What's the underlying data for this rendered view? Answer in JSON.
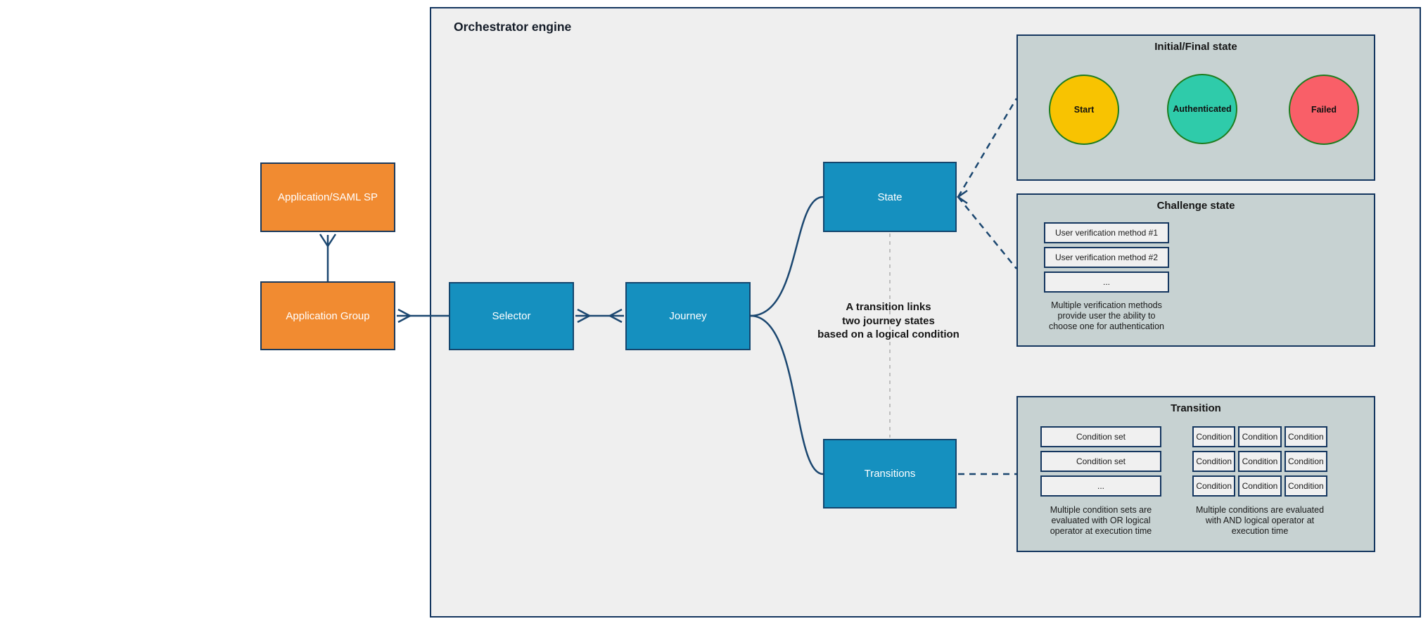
{
  "diagram": {
    "title": "Orchestrator engine",
    "nodes": {
      "app_saml": "Application/SAML SP",
      "app_group": "Application Group",
      "selector": "Selector",
      "journey": "Journey",
      "state": "State",
      "transitions": "Transitions"
    },
    "annotation": {
      "lines": [
        "A transition links",
        "two journey states",
        "based on a logical condition"
      ]
    },
    "panels": {
      "initial_final": {
        "title": "Initial/Final state",
        "states": [
          {
            "label": "Start",
            "fill": "#f8c301"
          },
          {
            "label": "Authenticated",
            "fill": "#2fcbaa"
          },
          {
            "label": "Failed",
            "fill": "#f95f68"
          }
        ]
      },
      "challenge": {
        "title": "Challenge state",
        "methods": [
          "User verification method #1",
          "User verification method #2",
          "..."
        ],
        "caption": [
          "Multiple verification methods",
          "provide user the ability to",
          "choose one for authentication"
        ]
      },
      "transition": {
        "title": "Transition",
        "condition_sets": [
          "Condition set",
          "Condition set",
          "..."
        ],
        "conditions": [
          [
            "Condition",
            "Condition",
            "Condition"
          ],
          [
            "Condition",
            "Condition",
            "Condition"
          ],
          [
            "Condition",
            "Condition",
            "Condition"
          ]
        ],
        "caption_or": [
          "Multiple condition sets are",
          "evaluated with OR logical",
          "operator at execution time"
        ],
        "caption_and": [
          "Multiple conditions are evaluated",
          "with AND logical operator at",
          "execution time"
        ]
      }
    },
    "colors": {
      "node_orange": "#f18b31",
      "node_blue": "#1590bf",
      "engine_background": "#efefef",
      "panel_background": "#c7d2d2",
      "border_navy": "#14365f",
      "wire_navy": "#1b4770",
      "circle_border_green": "#1e7d1f",
      "state_start_gold": "#f8c301",
      "state_authenticated_teal": "#2fcbaa",
      "state_failed_coral": "#f95f68",
      "gray_dashed": "#b3b3b3"
    }
  }
}
